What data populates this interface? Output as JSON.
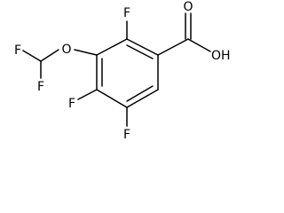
{
  "molecule": {
    "atoms": {
      "f_difluoromethyl_top": "F",
      "f_difluoromethyl_bottom": "F",
      "o_ether": "O",
      "f_ring_c2": "F",
      "f_ring_c4": "F",
      "f_ring_c5": "F",
      "o_carbonyl": "O",
      "oh_carboxyl": "OH"
    }
  }
}
